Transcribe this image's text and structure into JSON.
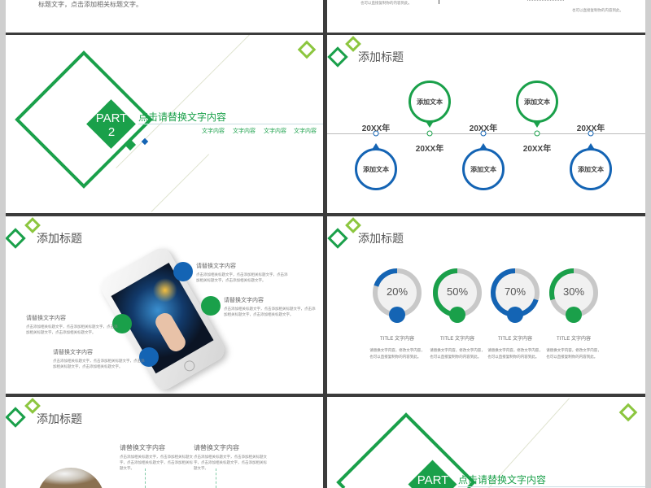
{
  "colors": {
    "green": "#1aa04a",
    "light_green": "#8cc63f",
    "blue": "#1464b4",
    "ring_gray": "#c8c8c8"
  },
  "top_left": {
    "text": "标题文字，点击添加相关标题文字。"
  },
  "top_right": {
    "text_1": "也可以直接复制你的内容到此。",
    "text_2": "也可以直接复制你的内容到此。"
  },
  "part2": {
    "part_label": "PART",
    "part_number": "2",
    "heading": "点击请替换文字内容",
    "subitems": [
      "文字内容",
      "文字内容",
      "文字内容",
      "文字内容"
    ]
  },
  "timeline": {
    "title": "添加标题",
    "nodes": [
      {
        "year": "20XX年",
        "text": "添加文本",
        "color": "blue"
      },
      {
        "year": "20XX年",
        "text": "添加文本",
        "color": "green"
      },
      {
        "year": "20XX年",
        "text": "添加文本",
        "color": "blue"
      },
      {
        "year": "20XX年",
        "text": "添加文本",
        "color": "green"
      },
      {
        "year": "20XX年",
        "text": "添加文本",
        "color": "blue"
      }
    ]
  },
  "phone_slide": {
    "title": "添加标题",
    "items": [
      {
        "heading": "请替换文字内容",
        "line1": "点击添加相关标题文字，点击添加相关标题文字，点击添",
        "line2": "加相关标题文字，点击添加相关标题文字。"
      },
      {
        "heading": "请替换文字内容",
        "line1": "点击添加相关标题文字，点击添加相关标题文字，点击添",
        "line2": "加相关标题文字，点击添加相关标题文字。"
      },
      {
        "heading": "请替换文字内容",
        "line1": "点击添加相关标题文字，点击添加相关标题文字，点击添",
        "line2": "加相关标题文字，点击添加相关标题文字。"
      },
      {
        "heading": "请替换文字内容",
        "line1": "点击添加相关标题文字，点击添加相关标题文字，点击添",
        "line2": "加相关标题文字，点击添加相关标题文字。"
      }
    ]
  },
  "progress_slide": {
    "title": "添加标题",
    "items": [
      {
        "value": 20,
        "label": "20%",
        "color": "blue",
        "title": "TITLE 文字内容",
        "line1": "请替换文字内容，修改文字内容，",
        "line2": "也可以直接复制你的内容到此。"
      },
      {
        "value": 50,
        "label": "50%",
        "color": "green",
        "title": "TITLE 文字内容",
        "line1": "请替换文字内容，修改文字内容，",
        "line2": "也可以直接复制你的内容到此。"
      },
      {
        "value": 70,
        "label": "70%",
        "color": "blue",
        "title": "TITLE 文字内容",
        "line1": "请替换文字内容，修改文字内容，",
        "line2": "也可以直接复制你的内容到此。"
      },
      {
        "value": 30,
        "label": "30%",
        "color": "green",
        "title": "TITLE 文字内容",
        "line1": "请替换文字内容，修改文字内容，",
        "line2": "也可以直接复制你的内容到此。"
      }
    ]
  },
  "photo_slide": {
    "title": "添加标题",
    "items": [
      {
        "heading": "请替换文字内容",
        "line1": "点击添加相关标题文字，点击添加相关标题文",
        "line2": "字，点击添加相关标题文字，点击添加相关标",
        "line3": "题文字。"
      },
      {
        "heading": "请替换文字内容",
        "line1": "点击添加相关标题文字，点击添加相关标题文",
        "line2": "字，点击添加相关标题文字，点击添加相关标",
        "line3": "题文字。"
      }
    ]
  },
  "part3": {
    "part_label": "PART",
    "heading": "点击请替换文字内容"
  }
}
